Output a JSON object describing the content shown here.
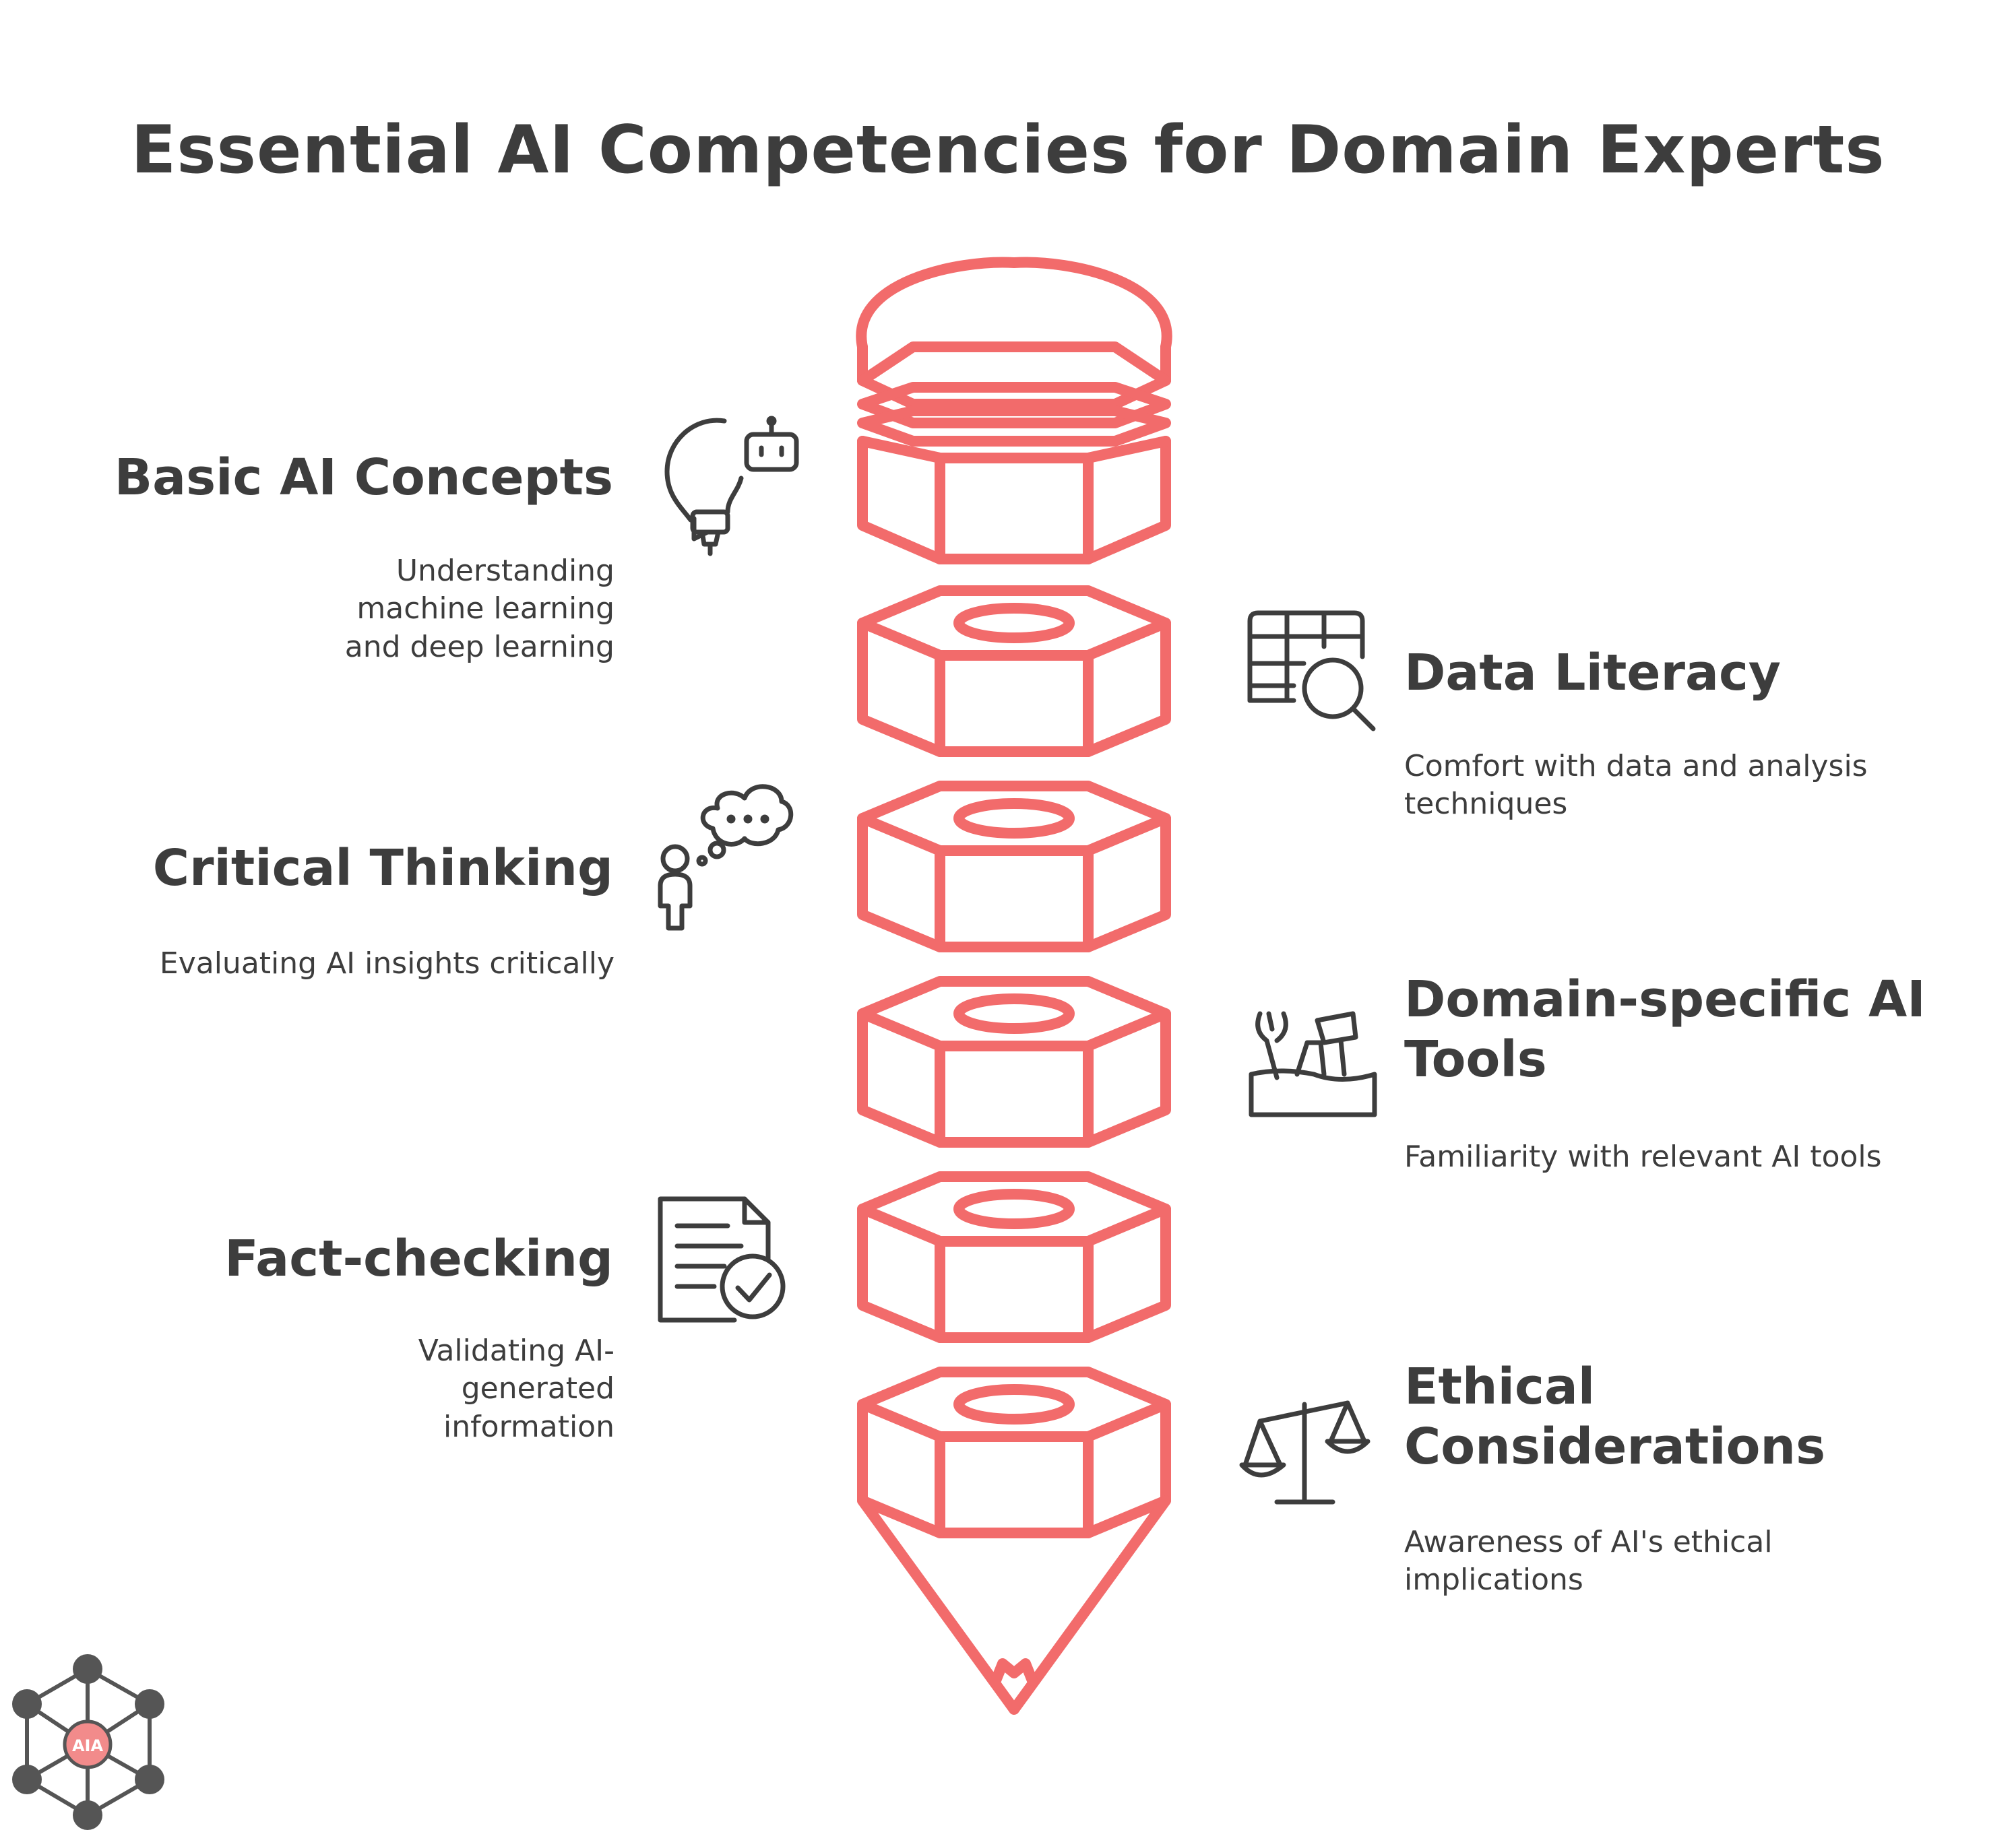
{
  "title": "Essential AI Competencies for Domain Experts",
  "colors": {
    "accent": "#f26b6b",
    "text": "#3d3d3d",
    "logo_node": "#555555",
    "logo_center": "#f28b8b"
  },
  "competencies": [
    {
      "heading": "Basic AI Concepts",
      "description": "Understanding machine learning and deep learning",
      "side": "left",
      "icon": "lightbulb-robot-icon"
    },
    {
      "heading": "Data Literacy",
      "description": "Comfort with data and analysis techniques",
      "side": "right",
      "icon": "table-magnifier-icon"
    },
    {
      "heading": "Critical Thinking",
      "description": "Evaluating AI insights critically",
      "side": "left",
      "icon": "person-thought-bubble-icon"
    },
    {
      "heading": "Domain-specific AI Tools",
      "description": "Familiarity with relevant AI tools",
      "side": "right",
      "icon": "toolbox-icon"
    },
    {
      "heading": "Fact-checking",
      "description": "Validating AI-generated information",
      "side": "left",
      "icon": "document-check-icon"
    },
    {
      "heading": "Ethical Considerations",
      "description": "Awareness of AI's ethical implications",
      "side": "right",
      "icon": "balance-scale-icon"
    }
  ],
  "logo": {
    "label": "AIA"
  }
}
